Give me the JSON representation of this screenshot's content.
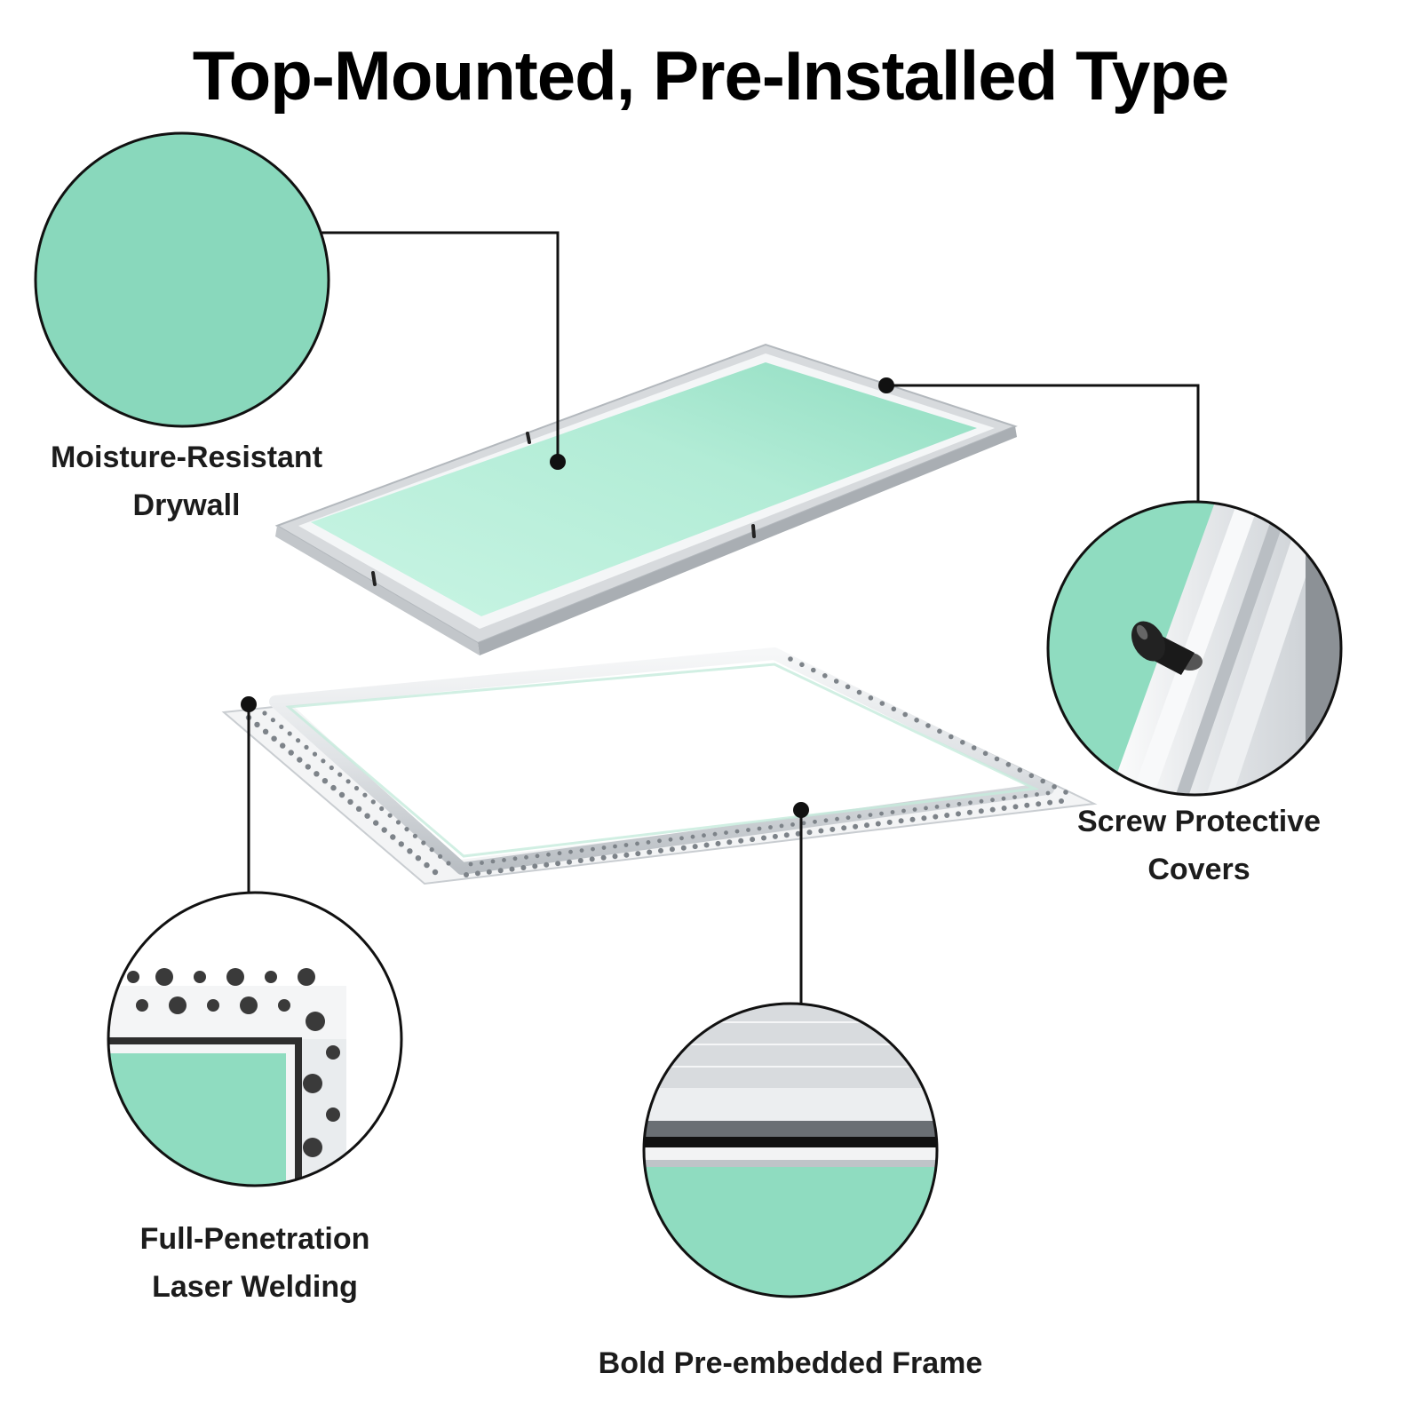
{
  "title": "Top-Mounted, Pre-Installed Type",
  "callouts": {
    "drywall": {
      "line1": "Moisture-Resistant",
      "line2": "Drywall"
    },
    "screw": {
      "line1": "Screw Protective",
      "line2": "Covers"
    },
    "welding": {
      "line1": "Full-Penetration",
      "line2": "Laser Welding"
    },
    "frame": {
      "line1": "Bold Pre-embedded Frame"
    }
  },
  "colors": {
    "drywall_green": "#8fdcc0",
    "drywall_light": "#c9f5e4",
    "aluminum": "#e6e8ea",
    "aluminum_shadow": "#b9bec3",
    "leader_line": "#111111",
    "text": "#1c1c1c"
  }
}
